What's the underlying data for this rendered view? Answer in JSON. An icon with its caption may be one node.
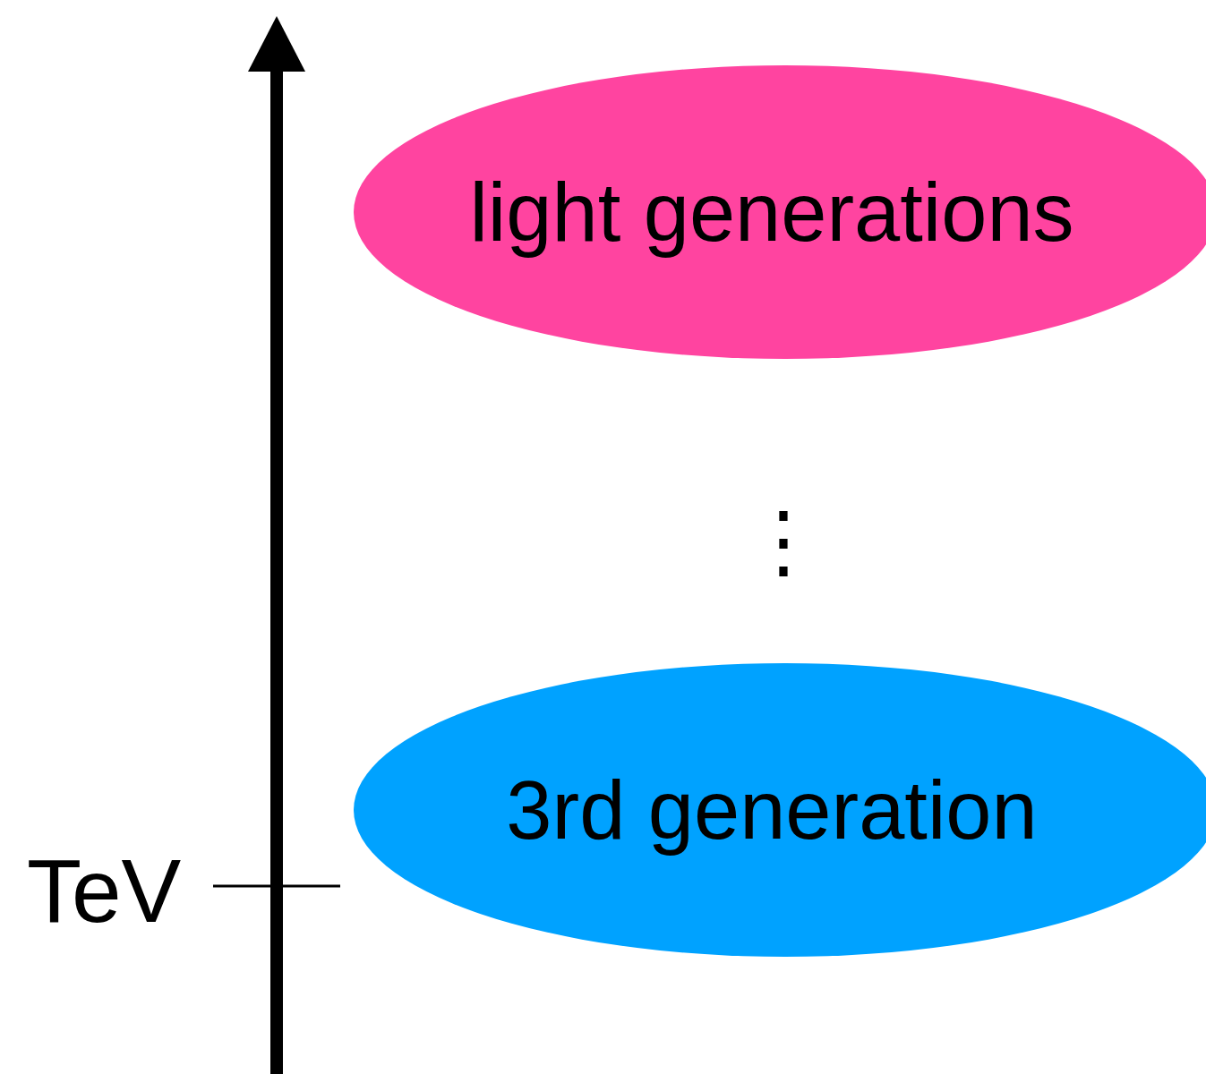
{
  "diagram": {
    "nodes": [
      {
        "text": [
          "light generations"
        ]
      },
      {
        "text": [
          "3rd generation"
        ]
      }
    ],
    "labels": [
      "⋮",
      "TeV"
    ]
  }
}
